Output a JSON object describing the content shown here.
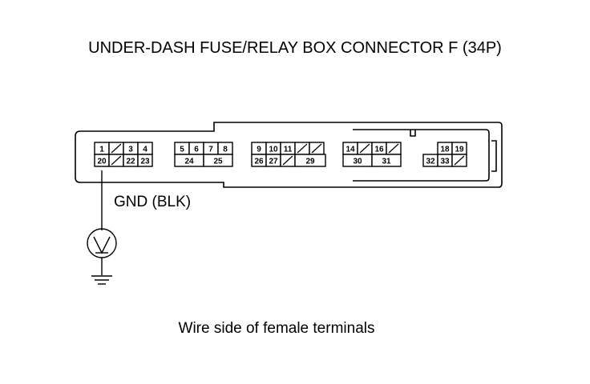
{
  "title": "UNDER-DASH FUSE/RELAY BOX CONNECTOR F (34P)",
  "ground_label": "GND (BLK)",
  "caption": "Wire side of female terminals",
  "meter_symbol": "V",
  "pins": {
    "g1": [
      "1",
      "",
      "3",
      "4",
      "20",
      "",
      "22",
      "23"
    ],
    "g2": [
      "5",
      "6",
      "7",
      "8",
      "24",
      "25"
    ],
    "g3": [
      "9",
      "10",
      "11",
      "",
      "",
      "26",
      "27",
      "",
      "29"
    ],
    "g4": [
      "14",
      "",
      "16",
      "",
      "30",
      "31"
    ],
    "g5": [
      "18",
      "19",
      "32",
      "33",
      ""
    ]
  },
  "probed_terminal": "20"
}
